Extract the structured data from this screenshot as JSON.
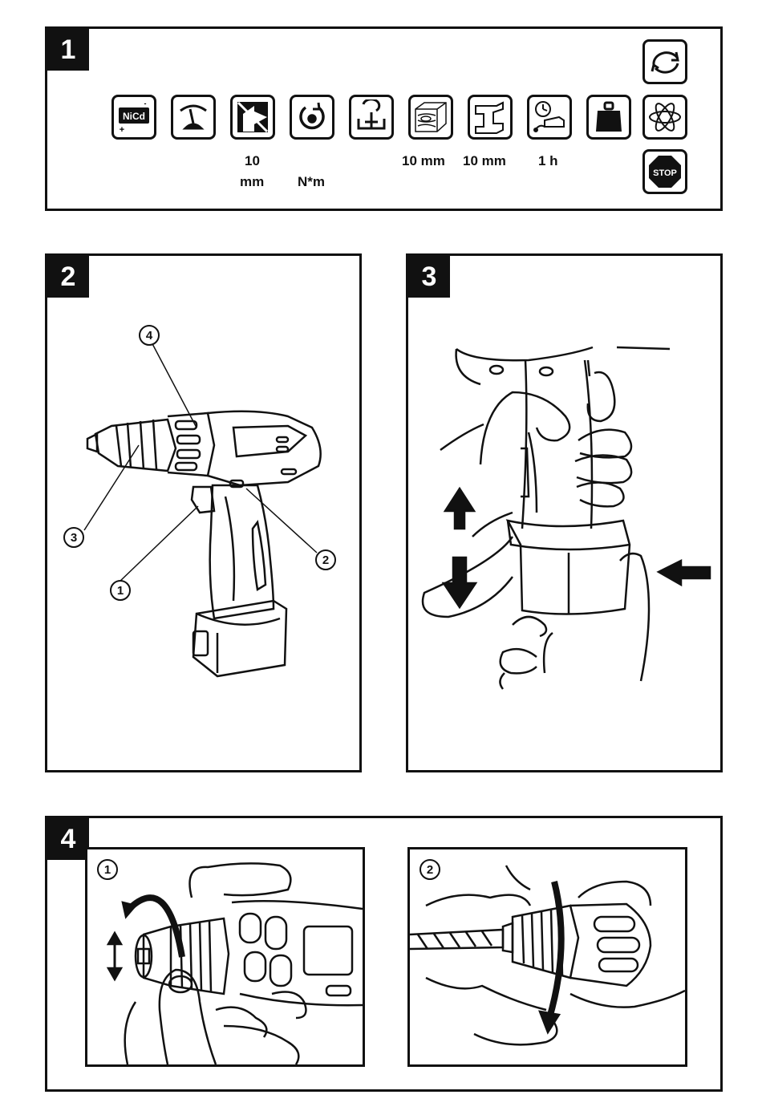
{
  "panel1": {
    "number": "1",
    "labels": {
      "chuck_size_top": "10",
      "chuck_size_unit": "mm",
      "torque_unit": "N*m",
      "wood_capacity": "10 mm",
      "steel_capacity": "10 mm",
      "charge_time": "1 h"
    },
    "battery_text": "NiCd",
    "battery_minus": "-",
    "battery_plus": "+",
    "stop_text": "STOP"
  },
  "panel2": {
    "number": "2",
    "callouts": [
      "1",
      "2",
      "3",
      "4"
    ]
  },
  "panel3": {
    "number": "3"
  },
  "panel4": {
    "number": "4",
    "step1": "1",
    "step2": "2"
  }
}
